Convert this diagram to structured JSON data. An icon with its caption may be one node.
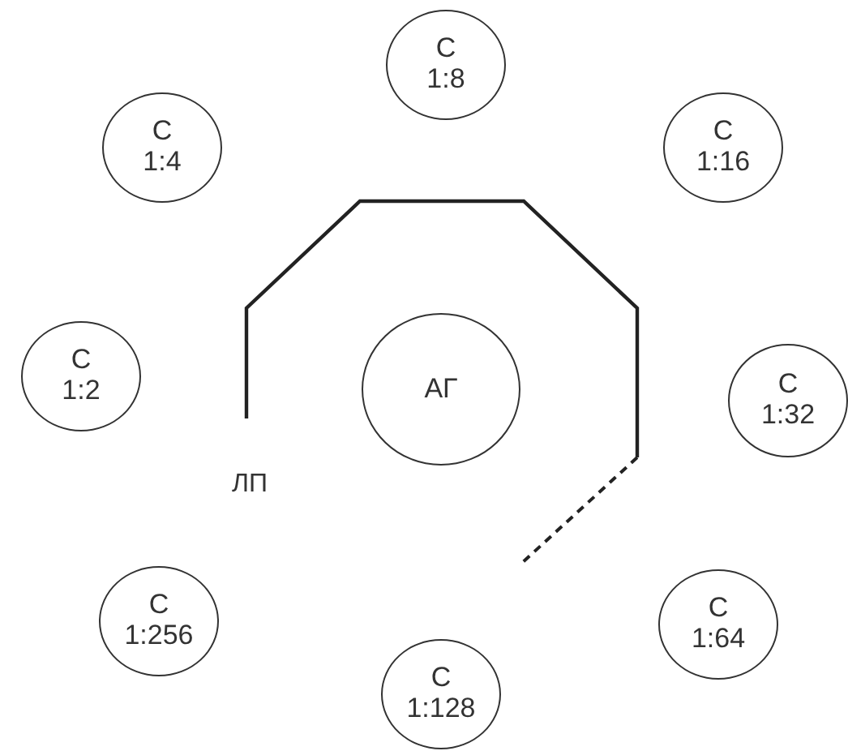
{
  "diagram": {
    "nodes": [
      {
        "text": [
          "С",
          "1:8"
        ]
      },
      {
        "text": [
          "С",
          "1:4"
        ]
      },
      {
        "text": [
          "С",
          "1:16"
        ]
      },
      {
        "text": [
          "С",
          "1:2"
        ]
      },
      {
        "text": [
          "АГ"
        ]
      },
      {
        "text": [
          "С",
          "1:32"
        ]
      },
      {
        "text": [
          "С",
          "1:256"
        ]
      },
      {
        "text": [
          "С",
          "1:64"
        ]
      },
      {
        "text": [
          "С",
          "1:128"
        ]
      }
    ],
    "labels": [
      "ЛП"
    ]
  }
}
